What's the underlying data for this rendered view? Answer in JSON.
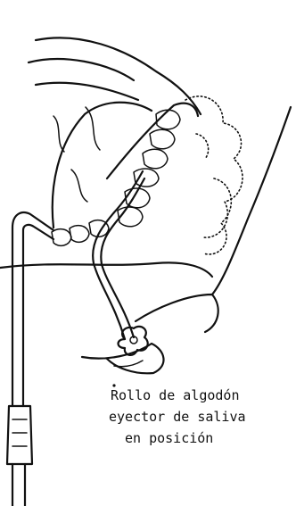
{
  "caption": {
    "line1": "Rollo de algodón",
    "line2": "eyector de saliva",
    "line3": "en posición"
  },
  "colors": {
    "ink": "#111111",
    "background": "#ffffff"
  }
}
